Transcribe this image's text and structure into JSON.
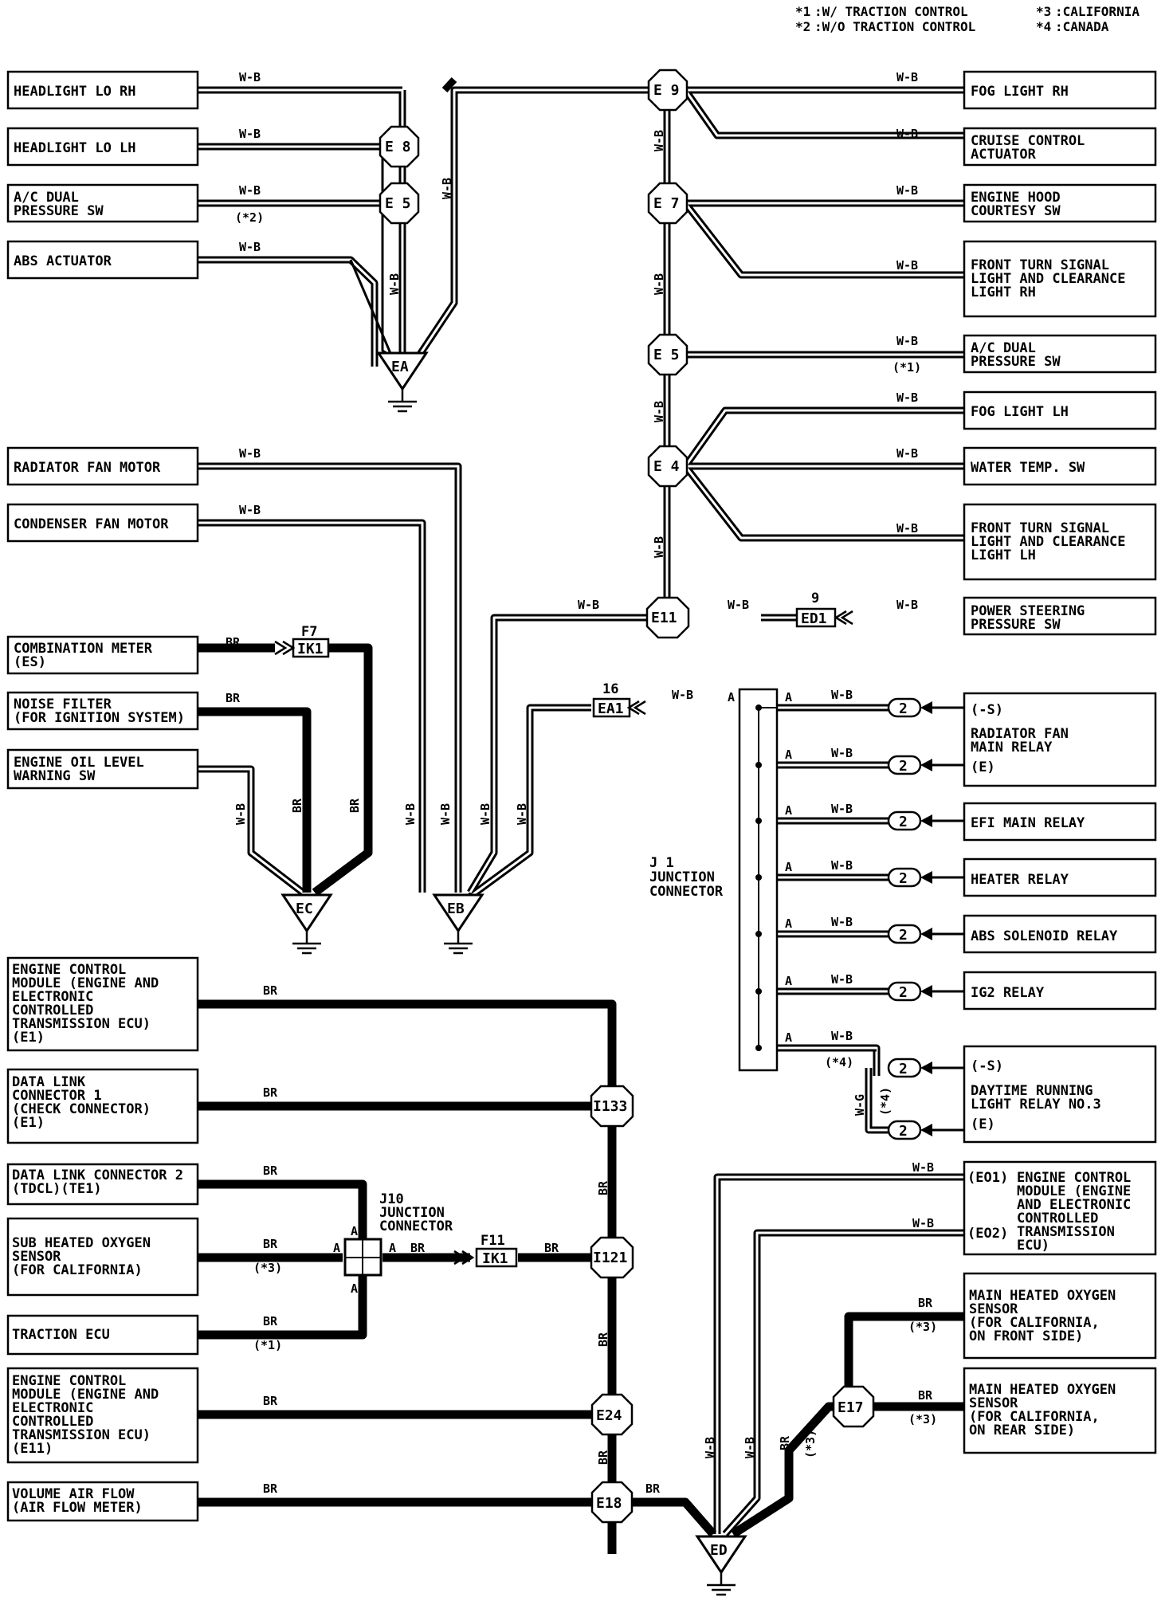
{
  "legend": [
    {
      "key": "*1",
      "text": ":W/ TRACTION CONTROL"
    },
    {
      "key": "*2",
      "text": ":W/O TRACTION CONTROL"
    },
    {
      "key": "*3",
      "text": ":CALIFORNIA"
    },
    {
      "key": "*4",
      "text": ":CANADA"
    }
  ],
  "components": {
    "headlight_lo_rh": [
      "HEADLIGHT LO RH"
    ],
    "headlight_lo_lh": [
      "HEADLIGHT LO LH"
    ],
    "ac_dual_sw_left": [
      "A/C DUAL",
      "PRESSURE SW"
    ],
    "abs_actuator": [
      "ABS ACTUATOR"
    ],
    "radiator_fan_motor": [
      "RADIATOR FAN MOTOR"
    ],
    "condenser_fan_motor": [
      "CONDENSER FAN MOTOR"
    ],
    "combination_meter": [
      "COMBINATION METER",
      "(ES)"
    ],
    "noise_filter": [
      "NOISE FILTER",
      "(FOR IGNITION SYSTEM)"
    ],
    "engine_oil_level": [
      "ENGINE OIL LEVEL",
      "WARNING SW"
    ],
    "ecm_e1": [
      "ENGINE CONTROL",
      "MODULE (ENGINE AND",
      "ELECTRONIC",
      "CONTROLLED",
      "TRANSMISSION ECU)",
      "(E1)"
    ],
    "data_link_1": [
      "DATA LINK",
      "CONNECTOR 1",
      "(CHECK CONNECTOR)",
      "(E1)"
    ],
    "data_link_2": [
      "DATA LINK CONNECTOR 2",
      "(TDCL)(TE1)"
    ],
    "sub_heated_o2": [
      "SUB HEATED OXYGEN",
      "SENSOR",
      "(FOR CALIFORNIA)"
    ],
    "traction_ecu": [
      "TRACTION ECU"
    ],
    "ecm_e11": [
      "ENGINE CONTROL",
      "MODULE (ENGINE AND",
      "ELECTRONIC",
      "CONTROLLED",
      "TRANSMISSION ECU)",
      "(E11)"
    ],
    "volume_air_flow": [
      "VOLUME AIR FLOW",
      "(AIR FLOW METER)"
    ],
    "fog_light_rh": [
      "FOG LIGHT RH"
    ],
    "cruise_control": [
      "CRUISE CONTROL",
      "ACTUATOR"
    ],
    "engine_hood": [
      "ENGINE HOOD",
      "COURTESY SW"
    ],
    "front_turn_rh": [
      "FRONT TURN SIGNAL",
      "LIGHT AND CLEARANCE",
      "LIGHT RH"
    ],
    "ac_dual_sw_right": [
      "A/C DUAL",
      "PRESSURE SW"
    ],
    "fog_light_lh": [
      "FOG LIGHT LH"
    ],
    "water_temp_sw": [
      "WATER TEMP. SW"
    ],
    "front_turn_lh": [
      "FRONT TURN SIGNAL",
      "LIGHT AND CLEARANCE",
      "LIGHT LH"
    ],
    "power_steering": [
      "POWER STEERING",
      "PRESSURE SW"
    ],
    "radiator_fan_relay": [
      "(-S)",
      "RADIATOR FAN",
      "MAIN RELAY",
      "(E)"
    ],
    "efi_main_relay": [
      "EFI MAIN RELAY"
    ],
    "heater_relay": [
      "HEATER RELAY"
    ],
    "abs_solenoid_relay": [
      "ABS SOLENOID RELAY"
    ],
    "ig2_relay": [
      "IG2 RELAY"
    ],
    "drl_relay": [
      "(-S)",
      "DAYTIME RUNNING",
      "LIGHT RELAY NO.3",
      "(E)"
    ],
    "ecm_eo": [
      "ENGINE CONTROL",
      "MODULE (ENGINE",
      "AND ELECTRONIC",
      "CONTROLLED",
      "TRANSMISSION",
      "ECU)"
    ],
    "ecm_eo_pins": [
      "(EO1)",
      "(EO2)"
    ],
    "main_o2_front": [
      "MAIN HEATED OXYGEN",
      "SENSOR",
      "(FOR CALIFORNIA,",
      "ON FRONT SIDE)"
    ],
    "main_o2_rear": [
      "MAIN HEATED OXYGEN",
      "SENSOR",
      "(FOR CALIFORNIA,",
      "ON REAR SIDE)"
    ]
  },
  "connectors": {
    "E9": "E 9",
    "E8": "E 8",
    "E5L": "E 5",
    "E7": "E 7",
    "E5R": "E 5",
    "E4": "E 4",
    "E11": "E11",
    "I133": "I133",
    "I121": "I121",
    "E24": "E24",
    "E18": "E18",
    "E17": "E17",
    "ED1": "ED1",
    "EA1": "EA1",
    "IK1a": "IK1",
    "IK1b": "IK1",
    "two": "2"
  },
  "grounds": {
    "EA": "EA",
    "EB": "EB",
    "EC": "EC",
    "ED": "ED"
  },
  "wire_colors": {
    "wb": "W-B",
    "br": "BR",
    "wg": "W-G"
  },
  "notes": {
    "n1": "(*1)",
    "n2": "(*2)",
    "n3": "(*3)",
    "n4": "(*4)",
    "a": "A",
    "f7": "F7",
    "f11": "F11",
    "p9": "9",
    "p16": "16"
  },
  "junctions": {
    "j1": [
      "J 1",
      "JUNCTION",
      "CONNECTOR"
    ],
    "j10": [
      "J10",
      "JUNCTION",
      "CONNECTOR"
    ]
  }
}
